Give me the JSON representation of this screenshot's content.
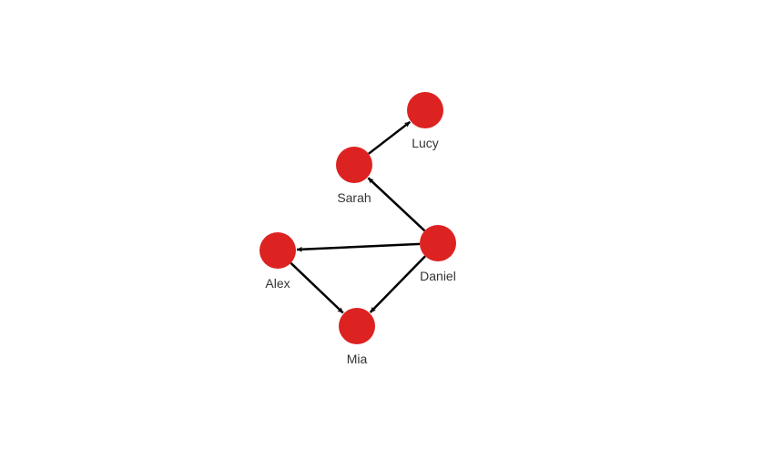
{
  "graph": {
    "node_color": "#dd2222",
    "edge_color": "#000000",
    "label_color": "#333333",
    "directed": true,
    "nodes": [
      {
        "id": "lucy",
        "label": "Lucy"
      },
      {
        "id": "sarah",
        "label": "Sarah"
      },
      {
        "id": "daniel",
        "label": "Daniel"
      },
      {
        "id": "alex",
        "label": "Alex"
      },
      {
        "id": "mia",
        "label": "Mia"
      }
    ],
    "edges": [
      {
        "from": "sarah",
        "to": "lucy"
      },
      {
        "from": "daniel",
        "to": "sarah"
      },
      {
        "from": "daniel",
        "to": "alex"
      },
      {
        "from": "daniel",
        "to": "mia"
      },
      {
        "from": "alex",
        "to": "mia"
      }
    ]
  }
}
